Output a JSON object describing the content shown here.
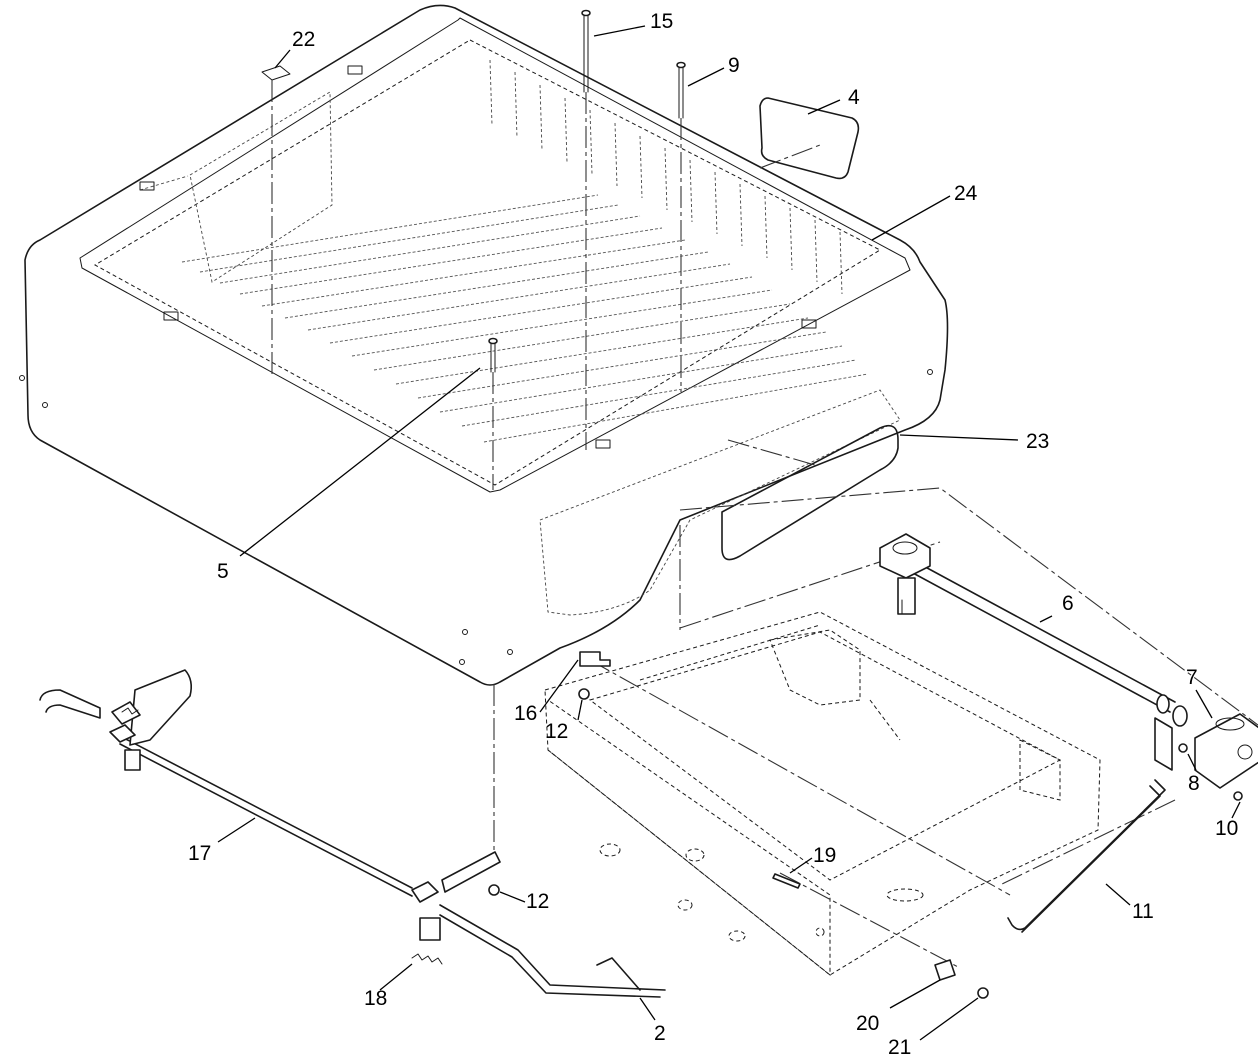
{
  "callouts": {
    "c2": "2",
    "c4": "4",
    "c5": "5",
    "c6": "6",
    "c7": "7",
    "c8": "8",
    "c9": "9",
    "c10": "10",
    "c11": "11",
    "c12a": "12",
    "c12b": "12",
    "c15": "15",
    "c16": "16",
    "c17": "17",
    "c18": "18",
    "c19": "19",
    "c20": "20",
    "c21": "21",
    "c22": "22",
    "c23": "23",
    "c24": "24"
  }
}
